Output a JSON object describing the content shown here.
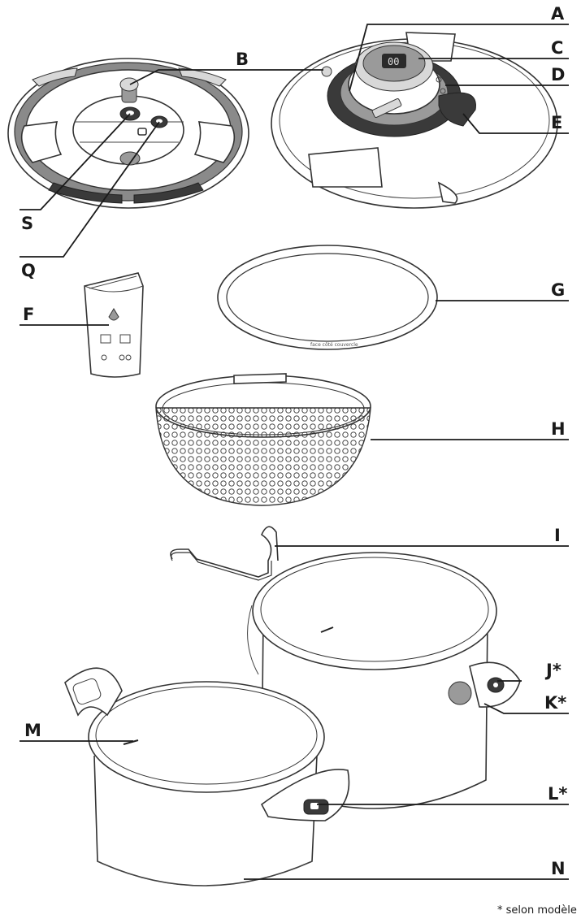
{
  "labels": {
    "A": "A",
    "B": "B",
    "C": "C",
    "D": "D",
    "E": "E",
    "S": "S",
    "Q": "Q",
    "F": "F",
    "G": "G",
    "H": "H",
    "I": "I",
    "J": "J*",
    "K": "K*",
    "L": "L*",
    "M": "M",
    "N": "N"
  },
  "footnote": "* selon modèle",
  "gasket_text": "face côté couvercle",
  "display_text": "00"
}
